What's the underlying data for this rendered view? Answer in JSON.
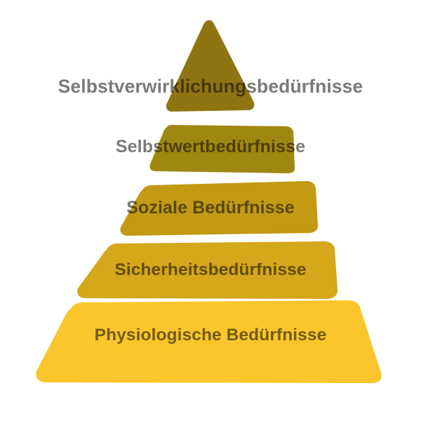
{
  "diagram": {
    "type": "pyramid",
    "name": "maslow-beduerfnispyramide",
    "background_color": "#ffffff",
    "label_color": "#6f6f6e",
    "tiers": [
      {
        "id": "tier-1",
        "label": "Selbstverwirklichungsbedürfnisse",
        "color": "#8f7512",
        "shape": "triangle",
        "level": 5
      },
      {
        "id": "tier-2",
        "label": "Selbstwertbedürfnisse",
        "color": "#a08711",
        "shape": "trapezoid",
        "level": 4
      },
      {
        "id": "tier-3",
        "label": "Soziale Bedürfnisse",
        "color": "#c29a13",
        "shape": "trapezoid",
        "level": 3
      },
      {
        "id": "tier-4",
        "label": "Sicherheitsbedürfnisse",
        "color": "#d5a71a",
        "shape": "trapezoid",
        "level": 2
      },
      {
        "id": "tier-5",
        "label": "Physiologische Bedürfnisse",
        "color": "#fbc62b",
        "shape": "trapezoid",
        "level": 1
      }
    ]
  }
}
